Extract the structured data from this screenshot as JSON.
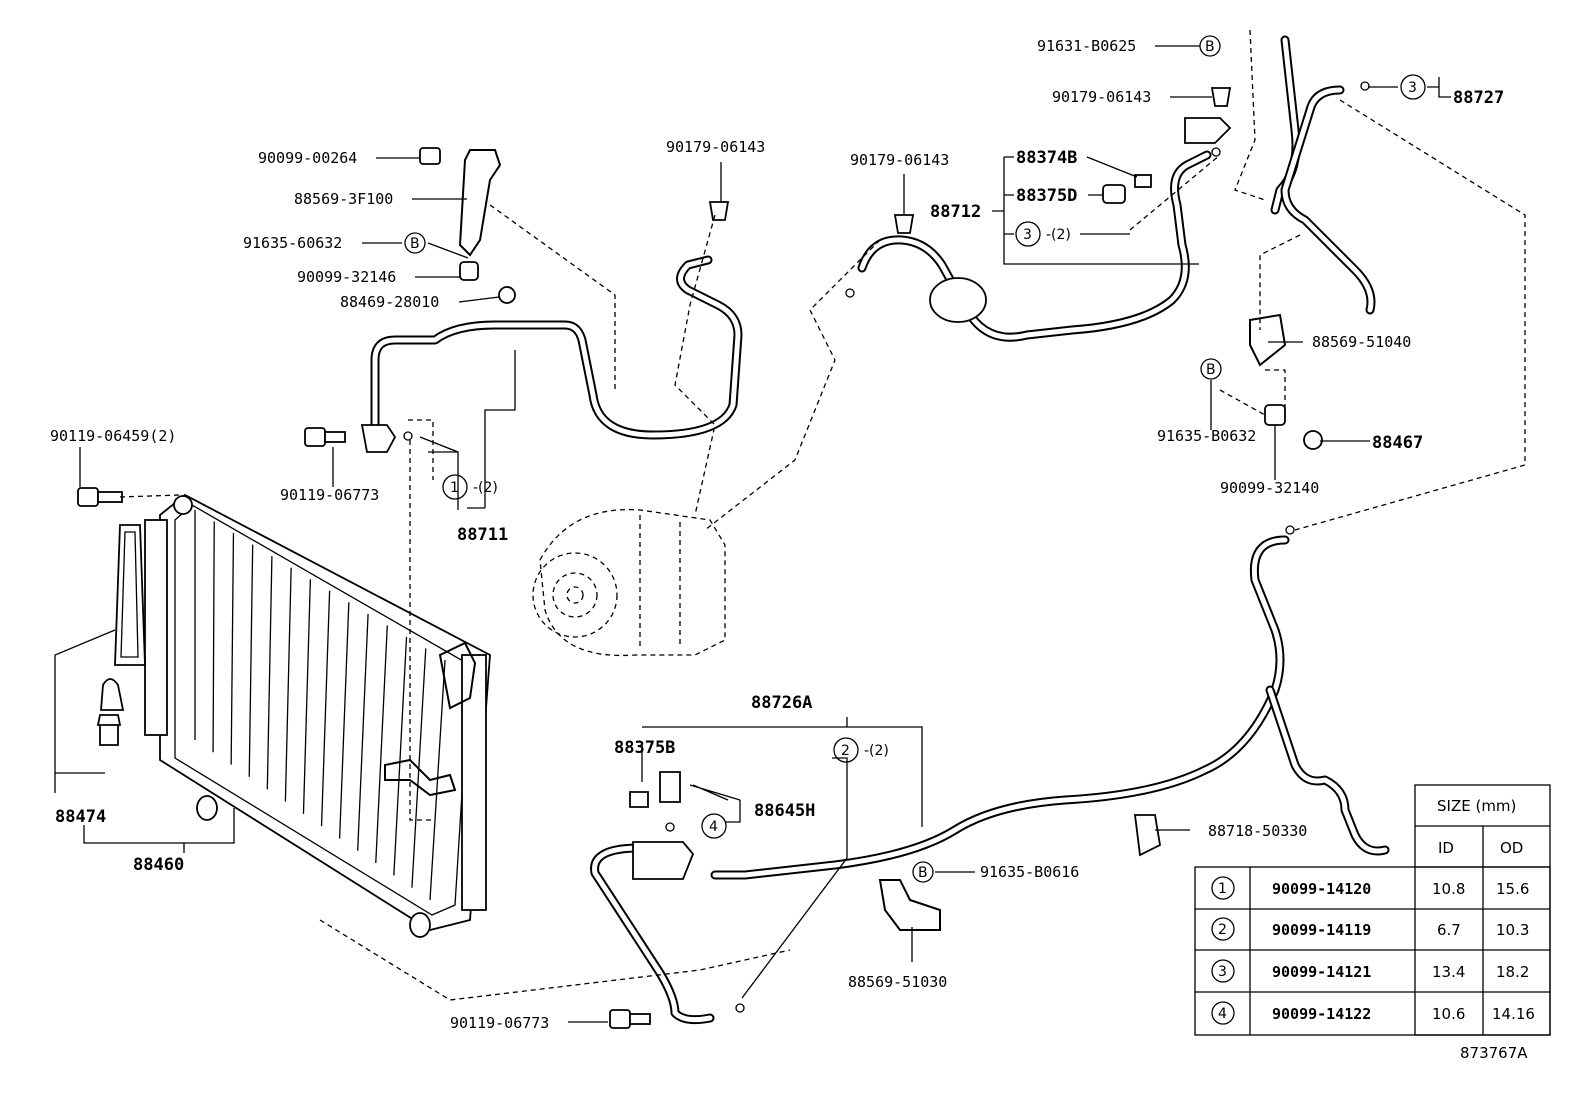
{
  "labels": {
    "p90099_00264": "90099-00264",
    "p88569_3F100": "88569-3F100",
    "p91635_60632": "91635-60632",
    "p90099_32146": "90099-32146",
    "p88469_28010": "88469-28010",
    "p90179_06143_a": "90179-06143",
    "p90179_06143_b": "90179-06143",
    "p90179_06143_c": "90179-06143",
    "p91631_B0625": "91631-B0625",
    "p88727": "88727",
    "p88374B": "88374B",
    "p88375D": "88375D",
    "p88712": "88712",
    "p88569_51040": "88569-51040",
    "p91635_B0632": "91635-B0632",
    "p88467": "88467",
    "p90099_32140": "90099-32140",
    "p90119_06459": "90119-06459(2)",
    "p90119_06773_a": "90119-06773",
    "p88711": "88711",
    "p88474": "88474",
    "p88460": "88460",
    "p88726A": "88726A",
    "p88375B": "88375B",
    "p88645H": "88645H",
    "p88718_50330": "88718-50330",
    "p91635_B0616": "91635-B0616",
    "p88569_51030": "88569-51030",
    "p90119_06773_b": "90119-06773",
    "qty2_a": "-(2)",
    "qty2_b": "-(2)",
    "qty2_c": "-(2)",
    "ref_b": "B",
    "ref_1": "1",
    "ref_2": "2",
    "ref_3": "3",
    "ref_4": "4",
    "illustration_no": "873767A"
  },
  "size_table": {
    "header": "SIZE (mm)",
    "col_id": "ID",
    "col_od": "OD",
    "rows": [
      {
        "ref": "1",
        "part": "90099-14120",
        "id": "10.8",
        "od": "15.6"
      },
      {
        "ref": "2",
        "part": "90099-14119",
        "id": "6.7",
        "od": "10.3"
      },
      {
        "ref": "3",
        "part": "90099-14121",
        "id": "13.4",
        "od": "18.2"
      },
      {
        "ref": "4",
        "part": "90099-14122",
        "id": "10.6",
        "od": "14.16"
      }
    ]
  }
}
